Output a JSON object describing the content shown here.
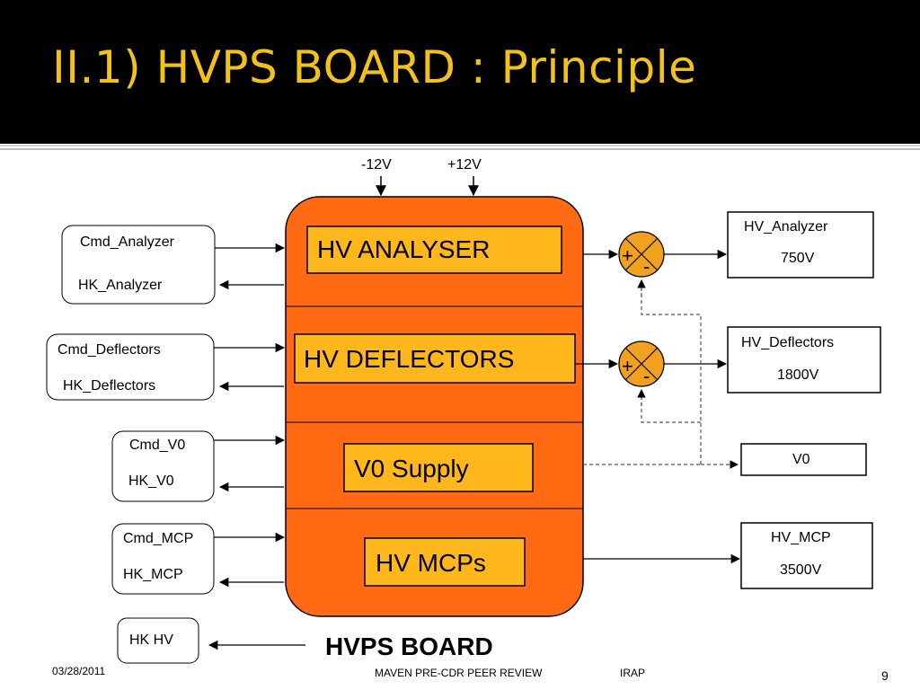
{
  "slide": {
    "title": "II.1) HVPS BOARD : Principle",
    "footer_date": "03/28/2011",
    "footer_center": "MAVEN  PRE-CDR  PEER  REVIEW",
    "footer_org": "IRAP",
    "page_number": "9"
  },
  "diagram": {
    "supply_minus": "-12V",
    "supply_plus": "+12V",
    "board_label": "HVPS BOARD",
    "blocks": [
      "HV ANALYSER",
      "HV DEFLECTORS",
      "V0 Supply",
      "HV MCPs"
    ],
    "inputs": [
      {
        "cmd": "Cmd_Analyzer",
        "hk": "HK_Analyzer"
      },
      {
        "cmd": "Cmd_Deflectors",
        "hk": "HK_Deflectors"
      },
      {
        "cmd": "Cmd_V0",
        "hk": "HK_V0"
      },
      {
        "cmd": "Cmd_MCP",
        "hk": "HK_MCP"
      }
    ],
    "hk_hv": "HK HV",
    "outputs": [
      {
        "name": "HV_Analyzer",
        "value": "750V"
      },
      {
        "name": "HV_Deflectors",
        "value": "1800V"
      },
      {
        "name": "V0",
        "value": ""
      },
      {
        "name": "HV_MCP",
        "value": "3500V"
      }
    ],
    "summer_plus": "+",
    "summer_minus": "-",
    "colors": {
      "board": "#ff6a13",
      "block": "#ffb71c",
      "summer": "#f2a11e",
      "title": "#f2c21b"
    }
  }
}
